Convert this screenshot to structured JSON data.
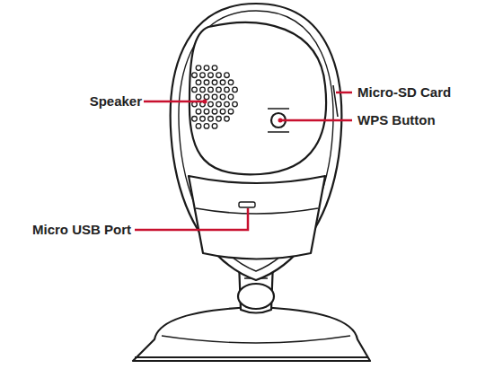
{
  "diagram": {
    "labels": [
      "Speaker",
      "Micro-SD Card",
      "WPS Button",
      "Micro USB Port"
    ]
  }
}
